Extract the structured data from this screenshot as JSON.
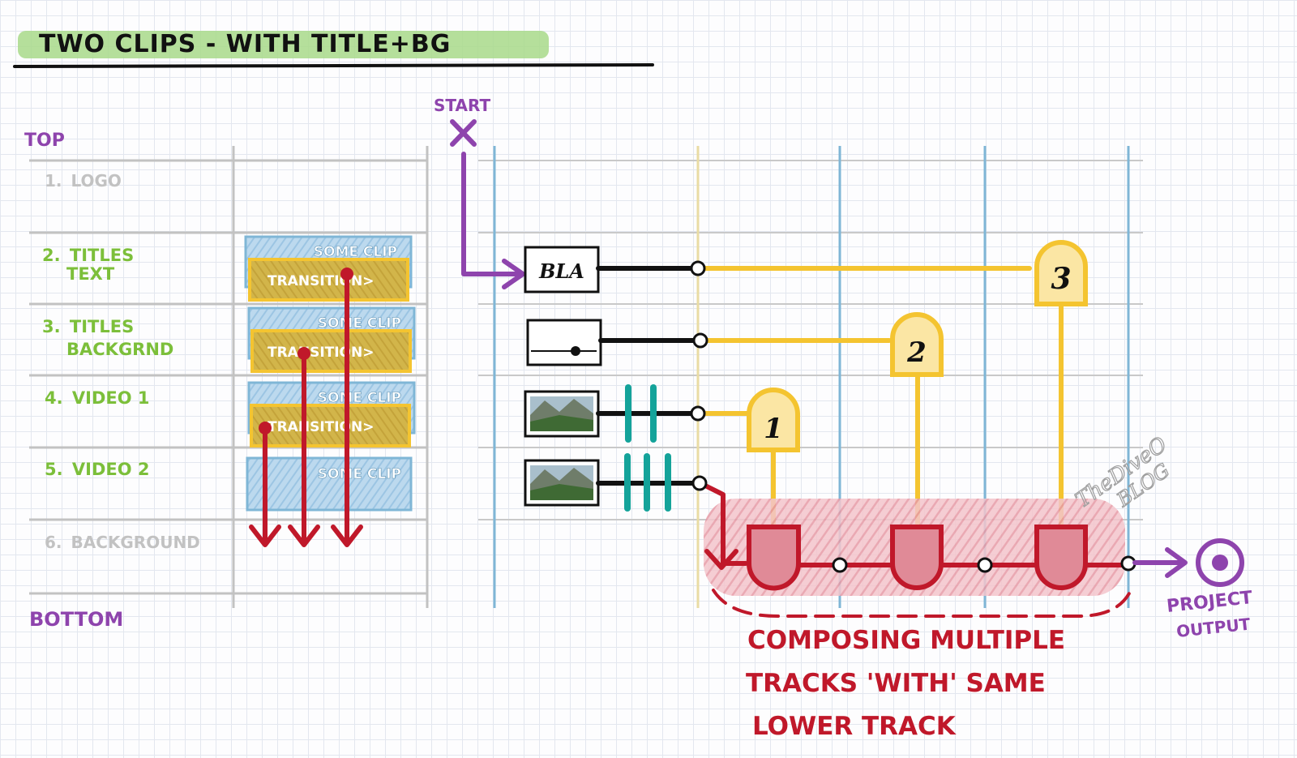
{
  "title": "TWO CLIPS - WITH TITLE+BG",
  "colors": {
    "green": "#7cbf3a",
    "purple": "#8e44ad",
    "red": "#c0182a",
    "yellow": "#f4c430",
    "blue": "#7fb6d6",
    "teal": "#14a39a",
    "gray": "#c2c2c2",
    "black": "#111111",
    "highlight": "#a8d98a"
  },
  "track_panel": {
    "top_label": "TOP",
    "bottom_label": "BOTTOM",
    "tracks": [
      {
        "number": "1.",
        "line1": "LOGO",
        "line2": "",
        "state": "inactive"
      },
      {
        "number": "2.",
        "line1": "TITLES",
        "line2": "TEXT",
        "state": "active"
      },
      {
        "number": "3.",
        "line1": "TITLES",
        "line2": "BACKGRND",
        "state": "active"
      },
      {
        "number": "4.",
        "line1": "VIDEO 1",
        "line2": "",
        "state": "active"
      },
      {
        "number": "5.",
        "line1": "VIDEO 2",
        "line2": "",
        "state": "active"
      },
      {
        "number": "6.",
        "line1": "BACKGROUND",
        "line2": "",
        "state": "inactive"
      }
    ],
    "clips": [
      {
        "label": "SOME CLIP",
        "transition": "TRANSITION>"
      },
      {
        "label": "SOME CLIP",
        "transition": "TRANSITION>"
      },
      {
        "label": "SOME CLIP",
        "transition": "TRANSITION>"
      },
      {
        "label": "SOME CLIP",
        "transition": ""
      }
    ]
  },
  "graph": {
    "start_label": "START",
    "source_text": "BLA",
    "mixers": [
      "1",
      "2",
      "3"
    ],
    "output_label_line1": "PROJECT",
    "output_label_line2": "OUTPUT",
    "caption": [
      "COMPOSING MULTIPLE",
      "TRACKS 'WITH' SAME",
      "LOWER TRACK"
    ],
    "watermark_line1": "TheDiveO",
    "watermark_line2": "BLOG"
  }
}
